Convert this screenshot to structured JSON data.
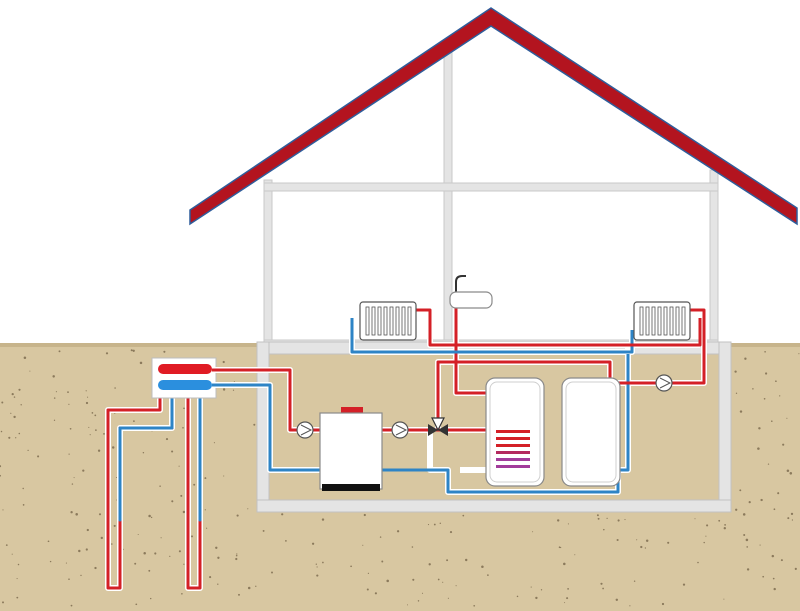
{
  "diagram": {
    "kind": "ground-source heat pump heating system",
    "components": [
      {
        "id": "roof",
        "icon": "roof-icon"
      },
      {
        "id": "house-frame",
        "icon": "house-frame"
      },
      {
        "id": "basement",
        "icon": "basement"
      },
      {
        "id": "ground-manifold",
        "icon": "manifold-icon"
      },
      {
        "id": "ground-loops",
        "icon": "ground-loop-icon",
        "count": 2
      },
      {
        "id": "heat-pump",
        "icon": "heat-pump-icon"
      },
      {
        "id": "circulation-pumps",
        "icon": "circulation-pump-icon",
        "count": 3
      },
      {
        "id": "mixing-valve",
        "icon": "three-way-valve-icon"
      },
      {
        "id": "hot-water-cylinder",
        "icon": "water-cylinder-icon"
      },
      {
        "id": "buffer-tank",
        "icon": "buffer-tank-icon"
      },
      {
        "id": "radiators",
        "icon": "radiator-icon",
        "count": 2
      },
      {
        "id": "sink-tap",
        "icon": "tap-icon"
      }
    ],
    "colors": {
      "sky": "#ffffff",
      "soil": "#d8c7a1",
      "soil_dots": "#6b5a3f",
      "roof": "#b3141f",
      "roof_outline": "#2f5d9b",
      "frame": "#e4e4e4",
      "frame_outline": "#c2c2c2",
      "hot_pipe": "#d42027",
      "cold_pipe": "#2e84c6",
      "pipe_outline": "#ffffff",
      "appliance": "#ffffff",
      "appliance_outline": "#8a8a8a",
      "coil_hot": "#d42027",
      "coil_cold": "#a23c9b"
    }
  }
}
